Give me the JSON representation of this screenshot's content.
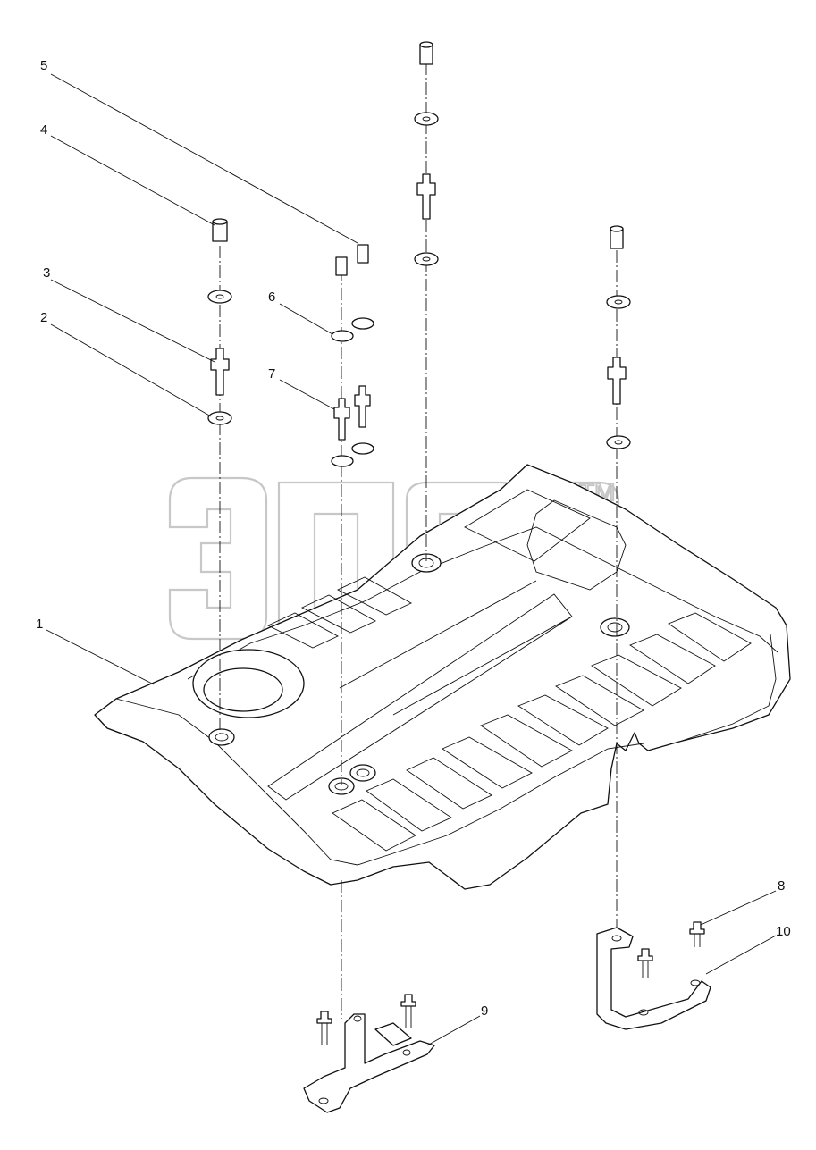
{
  "diagram": {
    "callouts": [
      {
        "id": "c1",
        "label": "1"
      },
      {
        "id": "c2",
        "label": "2"
      },
      {
        "id": "c3",
        "label": "3"
      },
      {
        "id": "c4",
        "label": "4"
      },
      {
        "id": "c5",
        "label": "5"
      },
      {
        "id": "c6",
        "label": "6"
      },
      {
        "id": "c7",
        "label": "7"
      },
      {
        "id": "c8",
        "label": "8"
      },
      {
        "id": "c9",
        "label": "9"
      },
      {
        "id": "c10",
        "label": "10"
      }
    ],
    "watermark": {
      "text": "этр",
      "mark": "TM",
      "color": "#9a9a9a"
    },
    "colors": {
      "line": "#111111",
      "background": "#ffffff"
    }
  }
}
